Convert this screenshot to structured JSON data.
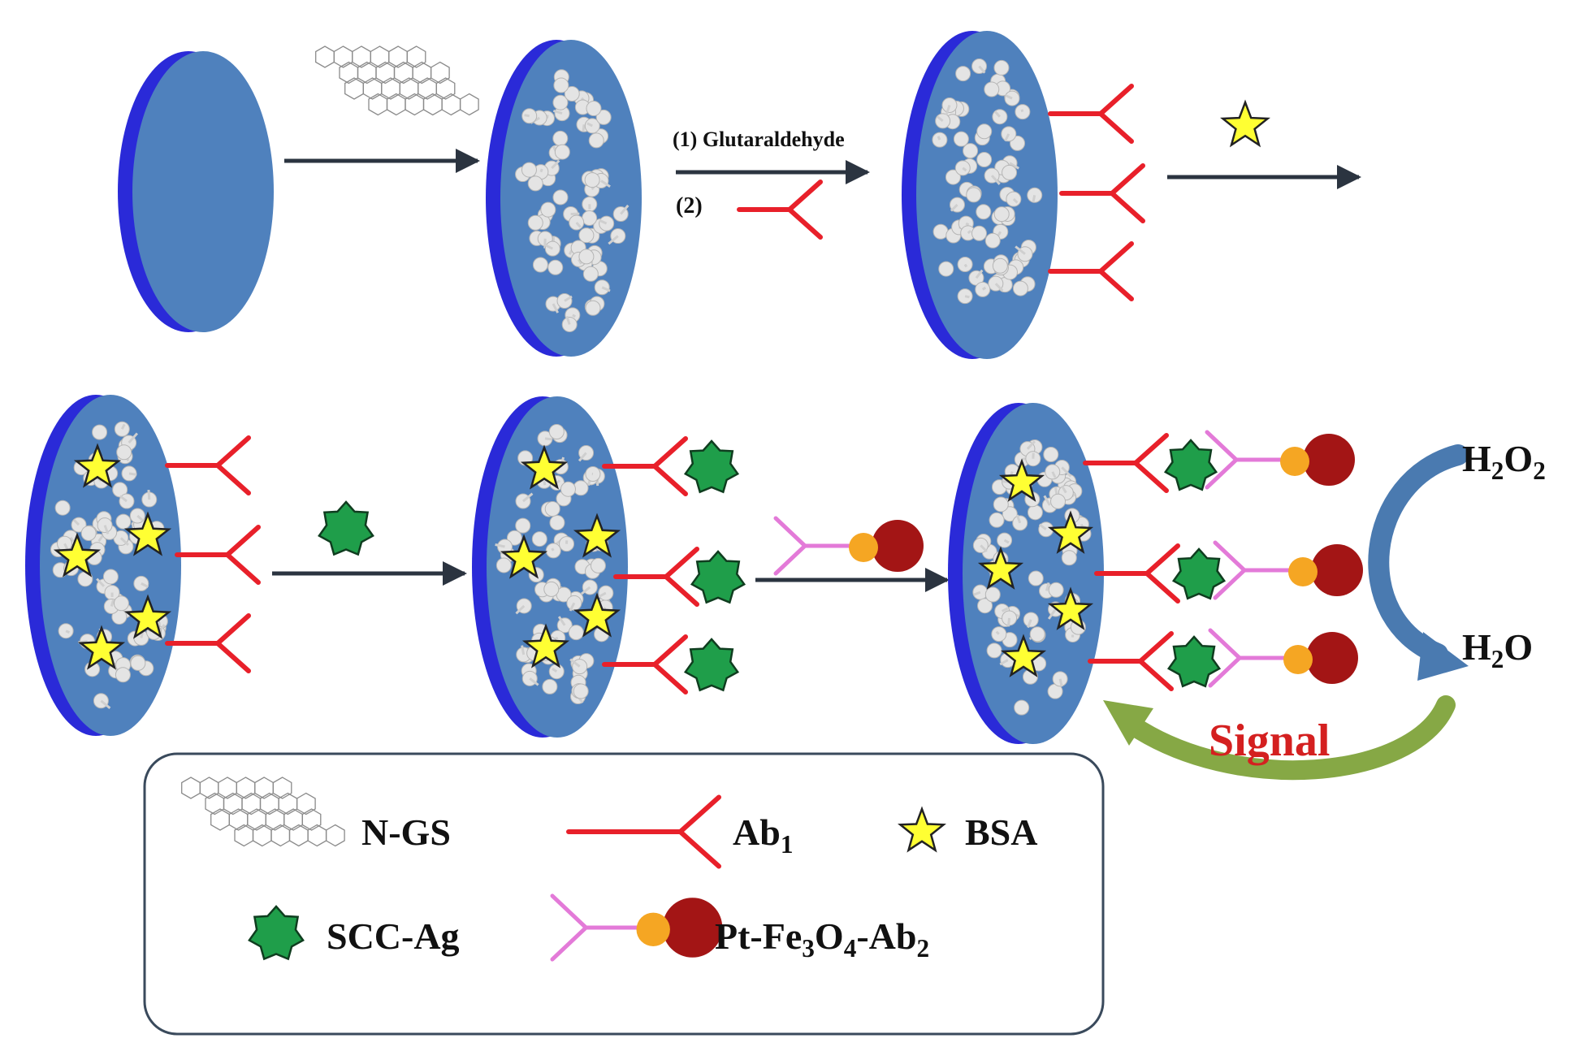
{
  "steps": {
    "step2_line1": "(1) Glutaraldehyde",
    "step2_line2": "(2)"
  },
  "signal": {
    "label": "Signal",
    "reactant_main": "H",
    "reactant_sub1": "2",
    "reactant_mid": "O",
    "reactant_sub2": "2",
    "product_main": "H",
    "product_sub": "2",
    "product_end": "O"
  },
  "legend": {
    "ngs": "N-GS",
    "ab1_main": "Ab",
    "ab1_sub": "1",
    "bsa": "BSA",
    "sccag": "SCC-Ag",
    "pt_a": "Pt-Fe",
    "pt_s1": "3",
    "pt_b": "O",
    "pt_s2": "4",
    "pt_c": "-Ab",
    "pt_s3": "2"
  },
  "colors": {
    "electrode_face": "#4f81bd",
    "electrode_rim": "#2a2ad8",
    "particle": "#e4e4e4",
    "ab1": "#e8202a",
    "ab2": "#e37ad8",
    "bsa": "#ffff33",
    "antigen": "#1f9e4a",
    "pt": "#f5a623",
    "fe3o4": "#a31515",
    "arrow": "#2b3440",
    "cycle_arrow": "#4a7ab0",
    "signal_arrow": "#86a845",
    "signal_text": "#d42020"
  }
}
